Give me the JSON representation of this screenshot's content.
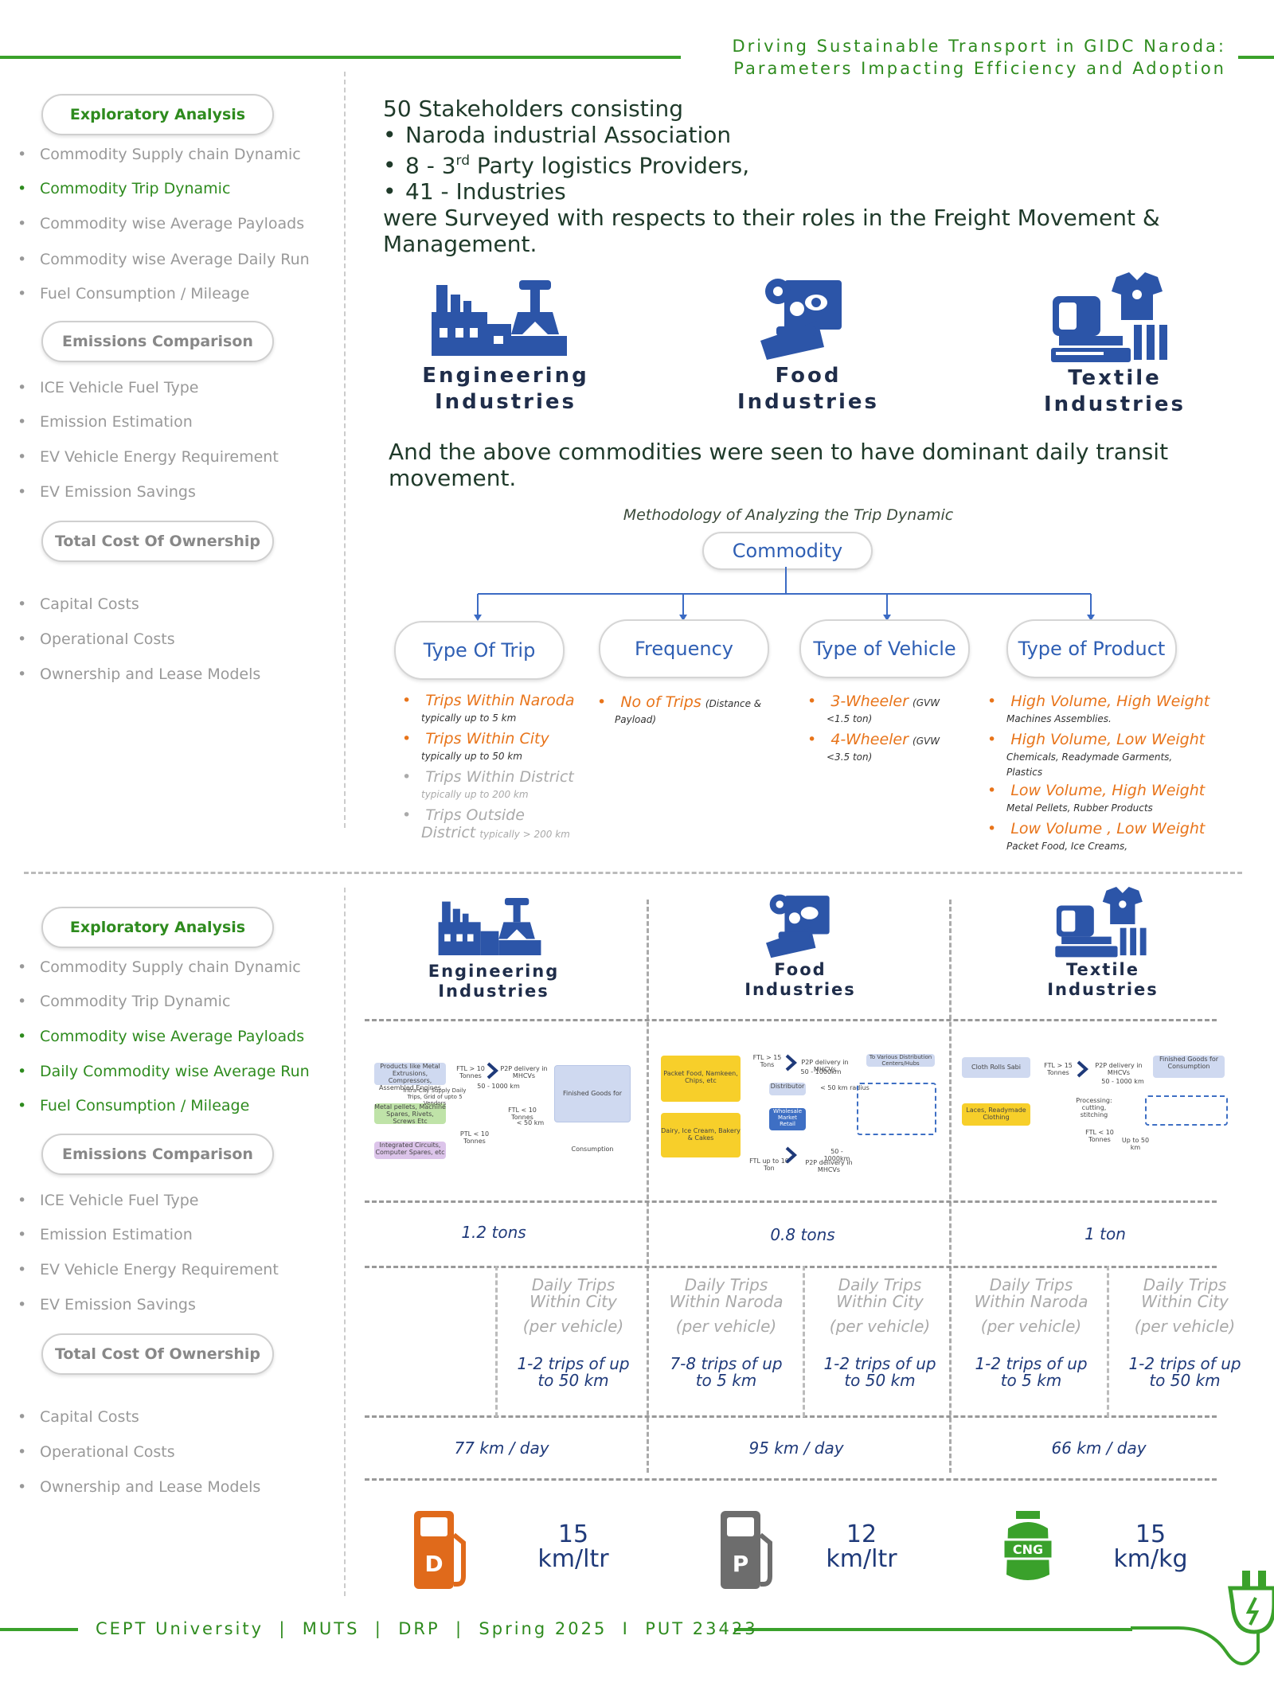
{
  "header": {
    "line1": "Driving Sustainable Transport in GIDC Naroda:",
    "line2": "Parameters Impacting Efficiency and Adoption"
  },
  "sidebar": {
    "sections": [
      {
        "label": "Exploratory Analysis",
        "items": [
          "Commodity Supply chain Dynamic",
          "Commodity Trip Dynamic",
          "Commodity wise Average Payloads",
          "Commodity wise Average Daily Run",
          "Fuel Consumption / Mileage"
        ]
      },
      {
        "label": "Emissions Comparison",
        "items": [
          "ICE Vehicle Fuel Type",
          "Emission Estimation",
          "EV Vehicle Energy Requirement",
          "EV Emission Savings"
        ]
      },
      {
        "label": "Total Cost Of Ownership",
        "items": [
          "Capital Costs",
          "Operational Costs",
          "Ownership and Lease Models"
        ]
      }
    ],
    "sections2": [
      {
        "label": "Exploratory Analysis",
        "items": [
          "Commodity Supply chain Dynamic",
          "Commodity Trip Dynamic",
          "Commodity wise Average Payloads",
          "Daily Commodity wise Average Run",
          "Fuel Consumption / Mileage"
        ]
      },
      {
        "label": "Emissions Comparison",
        "items": [
          "ICE Vehicle Fuel Type",
          "Emission Estimation",
          "EV Vehicle Energy Requirement",
          "EV Emission Savings"
        ]
      },
      {
        "label": "Total Cost Of Ownership",
        "items": [
          "Capital Costs",
          "Operational Costs",
          "Ownership and Lease Models"
        ]
      }
    ]
  },
  "intro": {
    "line1": "50 Stakeholders consisting",
    "b1": "Naroda industrial Association",
    "b2_pre": "8 - 3",
    "b2_sup": "rd",
    "b2_post": " Party logistics Providers,",
    "b3": "41 -  Industries",
    "para": "were Surveyed with respects to their roles in the  Freight Movement & Management.",
    "after": "And the above commodities were seen to have dominant  daily transit movement."
  },
  "industries": [
    {
      "line1": "Engineering",
      "line2": "Industries",
      "icon": "factory-robot-arm-icon"
    },
    {
      "line1": "Food",
      "line2": "Industries",
      "icon": "food-cake-icon"
    },
    {
      "line1": "Textile",
      "line2": "Industries",
      "icon": "sewing-machine-tshirt-icon"
    }
  ],
  "methodology": {
    "title": "Methodology of Analyzing the Trip Dynamic",
    "root": "Commodity",
    "nodes": [
      "Type Of Trip",
      "Frequency",
      "Type of Vehicle",
      "Type of Product"
    ],
    "trip_types": [
      {
        "main": "Trips Within Naroda",
        "sub": "typically up to 5 km",
        "active": true
      },
      {
        "main": "Trips Within City",
        "sub": "typically up to 50 km",
        "active": true
      },
      {
        "main": "Trips Within District",
        "sub": "typically up to 200 km",
        "active": false
      },
      {
        "main": "Trips Outside",
        "main2": "District",
        "sub": "typically > 200 km",
        "active": false
      }
    ],
    "frequency": {
      "main": "No of Trips",
      "sub1": "(Distance &",
      "sub2": "Payload)"
    },
    "vehicles": [
      {
        "main": "3-Wheeler",
        "sub1": "(GVW",
        "sub2": "<1.5 ton)"
      },
      {
        "main": "4-Wheeler",
        "sub1": "(GVW",
        "sub2": "<3.5 ton)"
      }
    ],
    "products": [
      {
        "main": "High Volume, High Weight",
        "sub": "Machines Assemblies."
      },
      {
        "main": "High Volume, Low Weight",
        "sub": "Chemicals, Readymade Garments,",
        "sub2": "Plastics"
      },
      {
        "main": "Low Volume, High Weight",
        "sub": "Metal Pellets, Rubber Products"
      },
      {
        "main": "Low Volume , Low Weight",
        "sub": "Packet Food, Ice Creams,"
      }
    ]
  },
  "supply_chains": {
    "engineering": {
      "boxes": [
        "Products like Metal Extrusions, Compressors, Assembled Engines",
        "Metal pellets, Machine Spares, Rivets, Screws Etc",
        "Integrated Circuits, Computer Spares, etc"
      ],
      "dest": "Finished Goods for Consumption",
      "labels": [
        "FTL > 10 Tonnes",
        "P2P delivery in MHCVs",
        "50 - 1000 km",
        "Intra-City Supply Daily Trips, Grid of upto 5 Vendors",
        "PTL < 10 Tonnes",
        "FTL < 10 Tonnes",
        "< 50 km"
      ]
    },
    "food": {
      "boxes": [
        "Packet Food, Namkeen, Chips, etc",
        "Dairy, Ice Cream, Bakery & Cakes"
      ],
      "labels": [
        "FTL > 15 Tons",
        "P2P delivery in MHCVs",
        "50 - 1000km",
        "< 50 km radius",
        "Wholesale Market Retail",
        "Distributor",
        "FTL up to 10 Ton",
        "P2P delivery in MHCVs",
        "50 - 1000km",
        "To Various Distribution Centers/Hubs"
      ]
    },
    "textile": {
      "boxes": [
        "Cloth Rolls Sabi",
        "Laces, Readymade Clothing"
      ],
      "dest": "Finished Goods for Consumption",
      "labels": [
        "FTL > 15 Tonnes",
        "P2P delivery in MHCVs",
        "50 - 1000 km",
        "Processing: cutting, stitching",
        "FTL < 10 Tonnes",
        "Up to 50 km"
      ]
    }
  },
  "payloads": [
    "1.2 tons",
    "0.8 tons",
    "1 ton"
  ],
  "trip_table": [
    {
      "hdr1": "Daily Trips",
      "hdr2": "Within City",
      "hdr3": "(per vehicle)",
      "val1": "1-2 trips of  up",
      "val2": "to 50 km"
    },
    {
      "hdr1": "Daily Trips",
      "hdr2": "Within Naroda",
      "hdr3": "(per vehicle)",
      "val1": "7-8 trips of  up",
      "val2": "to 5 km"
    },
    {
      "hdr1": "Daily Trips",
      "hdr2": "Within City",
      "hdr3": "(per vehicle)",
      "val1": "1-2 trips of  up",
      "val2": "to 50 km"
    },
    {
      "hdr1": "Daily Trips",
      "hdr2": "Within Naroda",
      "hdr3": "(per vehicle)",
      "val1": "1-2 trips of  up",
      "val2": "to 5 km"
    },
    {
      "hdr1": "Daily Trips",
      "hdr2": "Within City",
      "hdr3": "(per vehicle)",
      "val1": "1-2 trips of  up",
      "val2": "to 50 km"
    }
  ],
  "daily_run": [
    "77 km / day",
    "95 km / day",
    "66 km / day"
  ],
  "mileage": [
    {
      "letter": "D",
      "num": "15",
      "unit": "km/ltr",
      "color": "#e06a1b",
      "icon": "diesel-pump-icon"
    },
    {
      "letter": "P",
      "num": "12",
      "unit": "km/ltr",
      "color": "#6d6d6d",
      "icon": "petrol-pump-icon"
    },
    {
      "letter": "CNG",
      "num": "15",
      "unit": "km/kg",
      "color": "#3aa12b",
      "icon": "cng-cylinder-icon"
    }
  ],
  "footer": "CEPT University  |  MUTS  |  DRP  |  Spring 2025  I  PUT 23423",
  "colors": {
    "accent": "#3aa12b",
    "navy": "#1f3a7a",
    "blue": "#2f5fb4",
    "orange": "#e8741a"
  }
}
